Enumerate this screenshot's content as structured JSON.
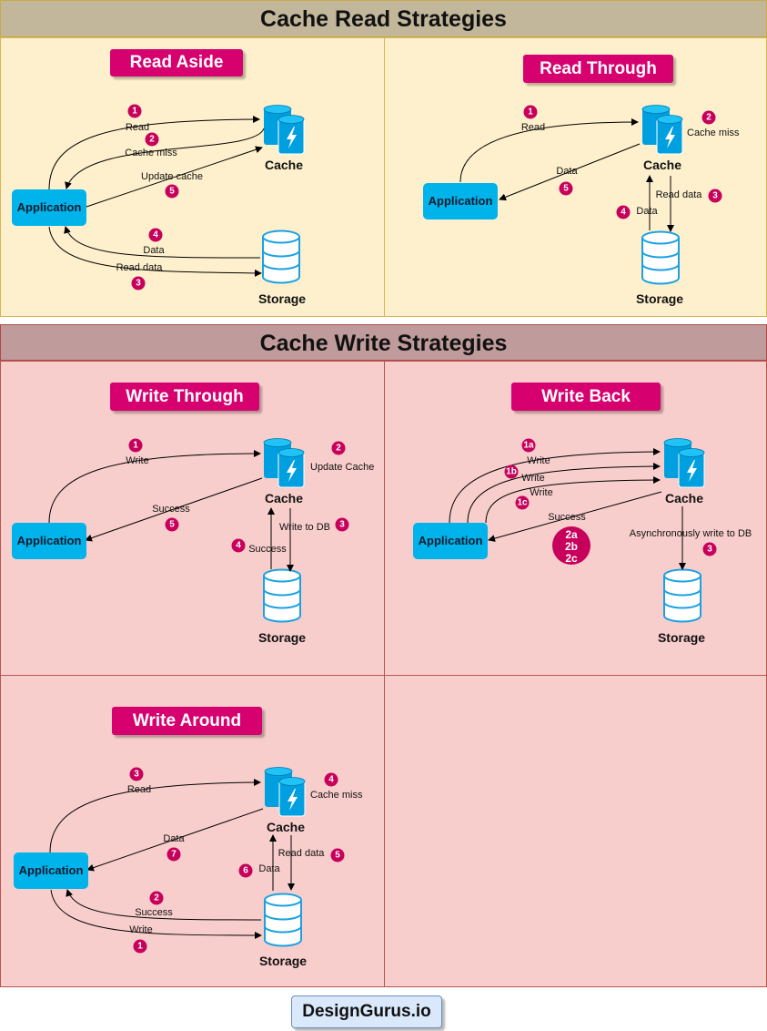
{
  "read_section": {
    "title": "Cache Read Strategies"
  },
  "write_section": {
    "title": "Cache Write Strategies"
  },
  "common": {
    "application": "Application",
    "cache": "Cache",
    "storage": "Storage"
  },
  "read_aside": {
    "title": "Read Aside",
    "labels": {
      "read": "Read",
      "cache_miss": "Cache miss",
      "update_cache": "Update cache",
      "data": "Data",
      "read_data": "Read data"
    },
    "steps": [
      "1",
      "2",
      "5",
      "4",
      "3"
    ]
  },
  "read_through": {
    "title": "Read Through",
    "labels": {
      "read": "Read",
      "cache_miss": "Cache miss",
      "data_app": "Data",
      "read_data": "Read data",
      "data_storage": "Data"
    },
    "steps": [
      "1",
      "2",
      "5",
      "3",
      "4"
    ]
  },
  "write_through": {
    "title": "Write Through",
    "labels": {
      "write": "Write",
      "update_cache": "Update Cache",
      "success_app": "Success",
      "write_to_db": "Write to DB",
      "success_storage": "Success"
    },
    "steps": [
      "1",
      "2",
      "5",
      "3",
      "4"
    ]
  },
  "write_back": {
    "title": "Write Back",
    "labels": {
      "write_a": "Write",
      "write_b": "Write",
      "write_c": "Write",
      "success": "Success",
      "async_write": "Asynchronously write to DB"
    },
    "steps": [
      "1a",
      "1b",
      "1c",
      "2a",
      "2b",
      "2c",
      "3"
    ]
  },
  "write_around": {
    "title": "Write Around",
    "labels": {
      "read": "Read",
      "cache_miss": "Cache miss",
      "data_app": "Data",
      "read_data": "Read data",
      "data_storage": "Data",
      "success": "Success",
      "write": "Write"
    },
    "steps": [
      "3",
      "4",
      "7",
      "5",
      "6",
      "2",
      "1"
    ]
  },
  "footer": {
    "brand": "DesignGurus.io"
  },
  "colors": {
    "accent": "#d6006f",
    "step": "#c7005b",
    "app": "#00b3eb",
    "read_bg": "#fef0cc",
    "write_bg": "#f8cecc"
  },
  "icons": {
    "cache": "cache-lightning-icon",
    "storage": "database-cylinder-icon"
  }
}
